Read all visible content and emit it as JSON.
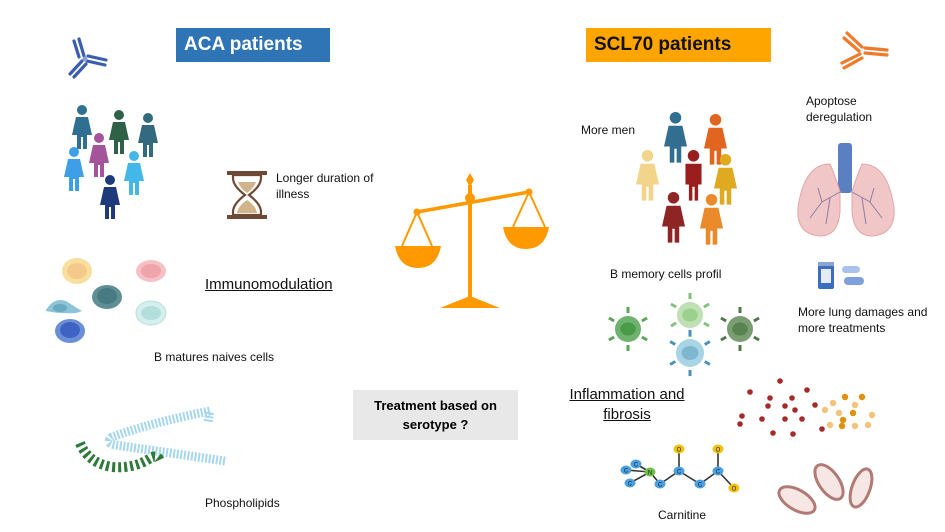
{
  "aca": {
    "header": "ACA patients",
    "header_color": "#2f75b5",
    "duration_line1": "Longer duration of",
    "duration_line2": "illness",
    "immunomodulation": "Immunomodulation",
    "b_cells": "B matures naives cells",
    "phospholipids": "Phospholipids"
  },
  "center": {
    "treatment_line1": "Treatment based on",
    "treatment_line2": "serotype ?",
    "scale_color": "#ff9900"
  },
  "scl70": {
    "header": "SCL70 patients",
    "header_color": "#ffa500",
    "more_men": "More men",
    "apoptose_line1": "Apoptose",
    "apoptose_line2": "deregulation",
    "b_memory": "B memory cells profil",
    "lung_line1": "More lung damages and",
    "lung_line2": "more treatments",
    "inflammation_line1": "Inflammation and",
    "inflammation_line2": "fibrosis",
    "carnitine": "Carnitine"
  },
  "icons": {
    "antibody_left": "antibody-icon",
    "people_left": "women-group-icon",
    "hourglass": "hourglass-icon",
    "cells_left": "b-cells-icon",
    "phospholipids": "phospholipid-chain-icon",
    "scale": "balance-scale-icon",
    "antibody_right": "antibody-icon",
    "people_right": "mixed-group-icon",
    "lungs": "lungs-icon",
    "pills": "pills-icon",
    "immune_cells": "immune-cells-icon",
    "particles": "particles-icon",
    "mitochondria": "mitochondria-icon",
    "carnitine_molecule": "molecule-icon"
  }
}
